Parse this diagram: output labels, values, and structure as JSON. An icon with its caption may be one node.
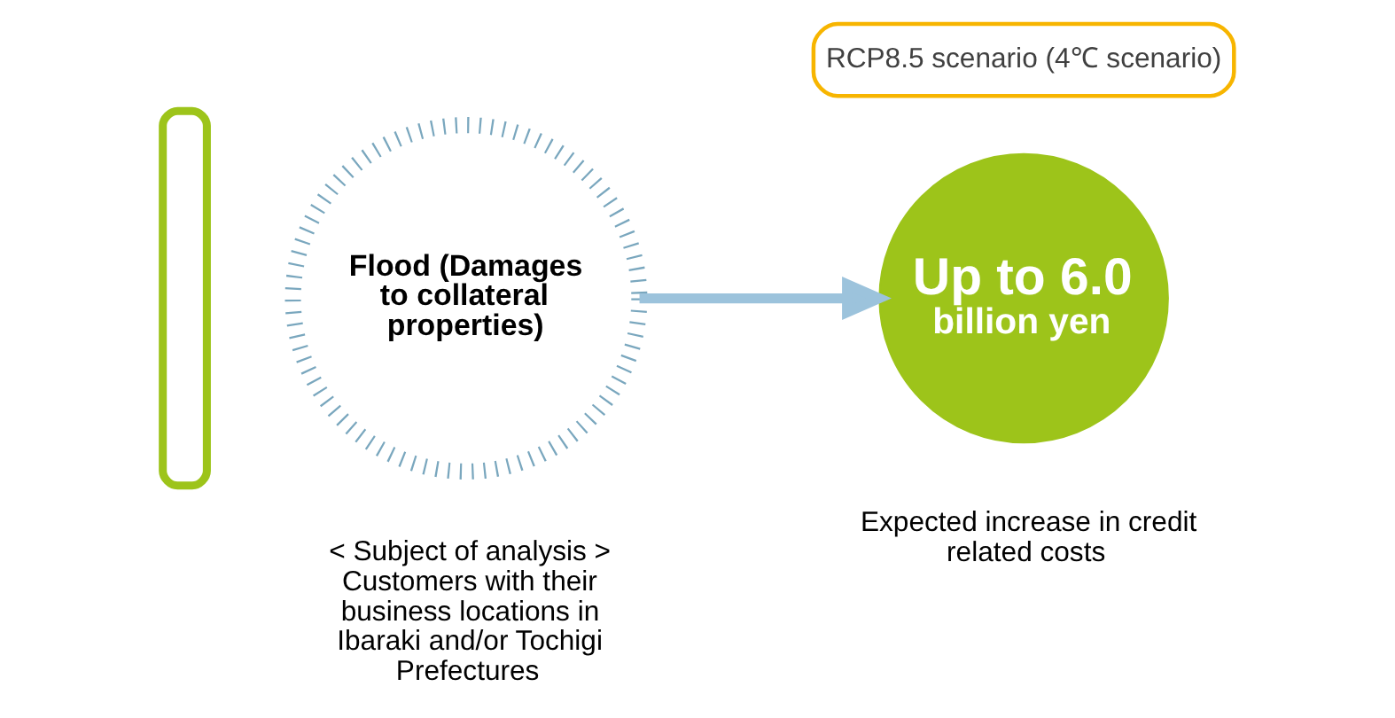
{
  "diagram": {
    "nodes": [
      {
        "text": [],
        "shape": "box"
      },
      {
        "text": [
          "Flood (Damages to collateral properties)"
        ],
        "beside": [
          "< Subject of analysis >",
          "Customers with their business locations in Ibaraki and/or Tochigi Prefectures"
        ]
      },
      {
        "text": [
          "Up to 6.0",
          "billion yen"
        ],
        "beside": [
          "Expected increase in credit related costs"
        ]
      }
    ],
    "edges": [
      {
        "from": 1,
        "to": 2,
        "arrow": "to"
      }
    ],
    "labels": [
      "RCP8.5 scenario (4℃ scenario)"
    ]
  }
}
